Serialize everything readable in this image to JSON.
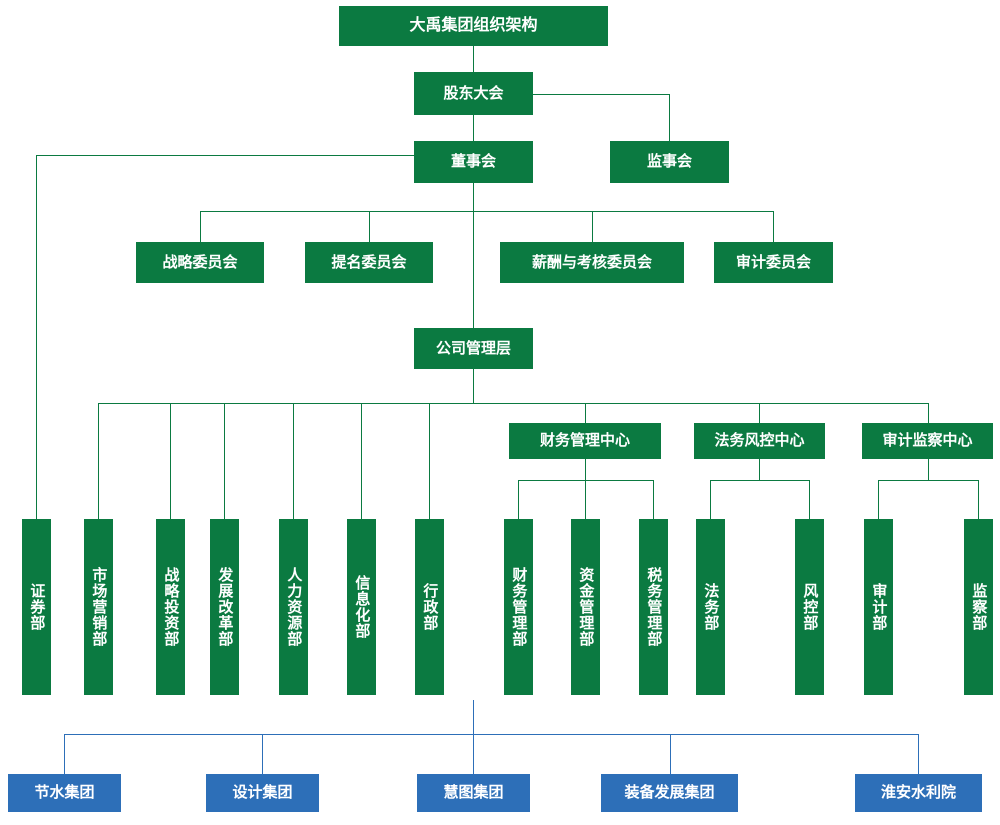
{
  "title": "大禹集团组织架构",
  "colors": {
    "green": "#0b7a41",
    "blue": "#2d6fb8",
    "background": "#ffffff",
    "text": "#ffffff"
  },
  "nodes": {
    "title": "大禹集团组织架构",
    "shareholders": "股东大会",
    "board": "董事会",
    "supervisors": "监事会",
    "committees": [
      "战略委员会",
      "提名委员会",
      "薪酬与考核委员会",
      "审计委员会"
    ],
    "management": "公司管理层",
    "centers": [
      "财务管理中心",
      "法务风控中心",
      "审计监察中心"
    ],
    "departments_direct": [
      "证券部",
      "市场营销部",
      "战略投资部",
      "发展改革部",
      "人力资源部",
      "信息化部",
      "行政部"
    ],
    "departments_finance": [
      "财务管理部",
      "资金管理部",
      "税务管理部"
    ],
    "departments_legal": [
      "法务部",
      "风控部"
    ],
    "departments_audit": [
      "审计部",
      "监察部"
    ],
    "subsidiaries": [
      "节水集团",
      "设计集团",
      "慧图集团",
      "装备发展集团",
      "淮安水利院"
    ]
  }
}
